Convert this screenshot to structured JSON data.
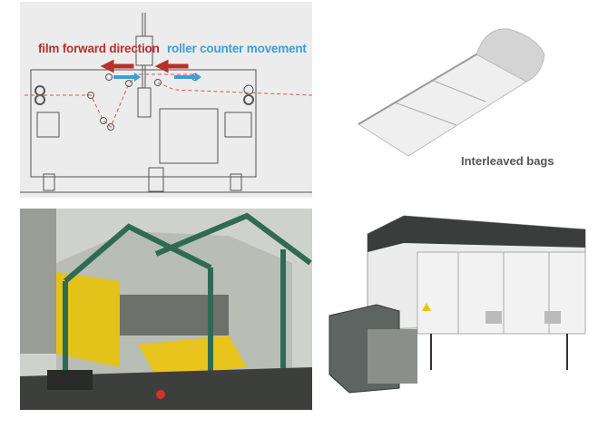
{
  "diagram": {
    "film_label": "film forward direction",
    "roller_label": "roller counter movement",
    "film_color": "#b5312b",
    "roller_color": "#3aa0d4"
  },
  "bags": {
    "caption": "Interleaved bags"
  }
}
